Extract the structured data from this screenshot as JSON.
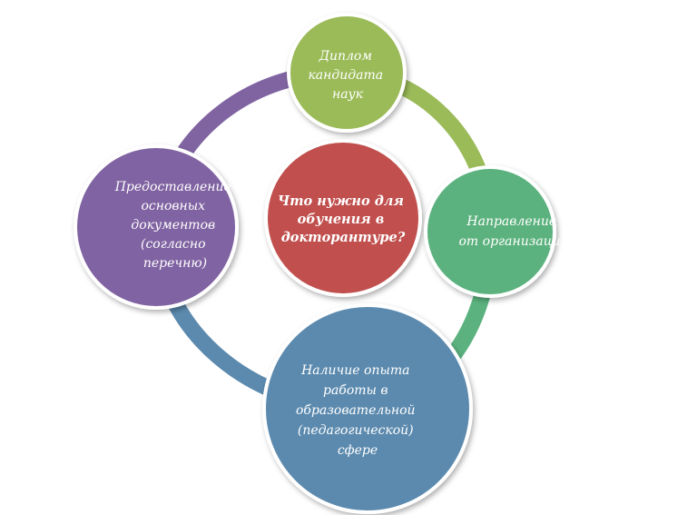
{
  "colors": {
    "purple": "#8064A2",
    "light_green": "#9BBB59",
    "green": "#5BB27E",
    "blue": "#5B8AAE",
    "red": "#C0504D"
  },
  "center": {
    "lines": [
      "Что нужно для",
      "обучения в",
      "докторантуре?"
    ]
  },
  "nodes": [
    {
      "id": "top",
      "lines": [
        "Диплом",
        "кандидата",
        "наук"
      ]
    },
    {
      "id": "right",
      "lines": [
        "Направление",
        "от организации"
      ]
    },
    {
      "id": "bottom",
      "lines": [
        "Наличие опыта",
        "работы в",
        "образовательной",
        "(педагогической)",
        "сфере"
      ]
    },
    {
      "id": "left",
      "lines": [
        "Предоставление",
        "основных",
        "документов",
        "(согласно",
        "перечню)"
      ]
    }
  ]
}
